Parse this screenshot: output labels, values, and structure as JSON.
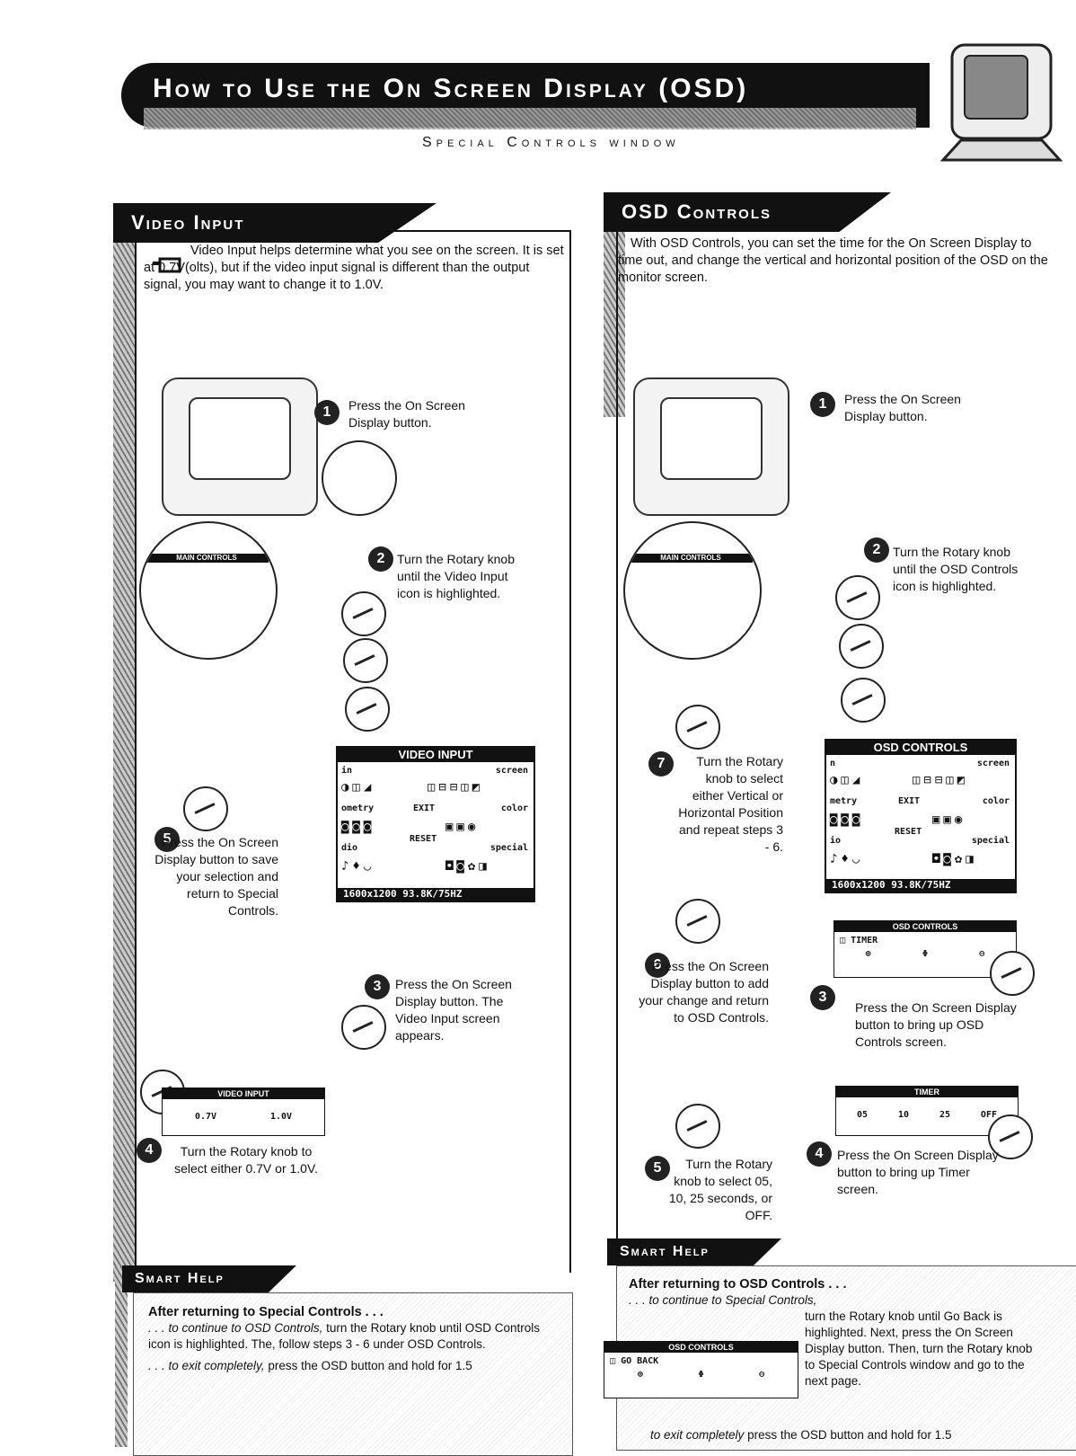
{
  "header": {
    "title": "How to Use the On Screen Display (OSD)",
    "subtitle": "Special Controls window"
  },
  "video_input": {
    "heading": "Video Input",
    "intro": "Video Input helps determine what you see on the screen. It is set at 0.7V(olts), but if the video input signal is different than the output signal, you may want to change it to 1.0V.",
    "step1": "Press the On Screen Display button.",
    "step2": "Turn the Rotary knob until the Video Input icon is highlighted.",
    "step3": "Press the On Screen Display button. The Video Input screen appears.",
    "step4": "Turn the Rotary knob to select either 0.7V or 1.0V.",
    "step5": "Press the On Screen Display button to save your selection and return to Special Controls.",
    "osd_title": "VIDEO INPUT",
    "mini_title": "VIDEO INPUT",
    "mini_opt1": "0.7V",
    "mini_opt2": "1.0V"
  },
  "osd_controls": {
    "heading": "OSD Controls",
    "intro": "With OSD Controls, you can set the time for the On Screen Display to time out, and change the vertical and horizontal position of the OSD on the monitor screen.",
    "step1": "Press the On Screen Display button.",
    "step2": "Turn the Rotary knob until the OSD Controls icon is highlighted.",
    "step3": "Press the On Screen Display button to bring up OSD Controls screen.",
    "step4": "Press the On Screen Display button to bring up Timer screen.",
    "step5": "Turn the Rotary knob to select 05, 10, 25 seconds, or OFF.",
    "step6": "Press the On Screen Display button to add your change and return to OSD Controls.",
    "step7": "Turn the Rotary knob to select either Vertical or Horizontal Position and repeat steps 3 - 6.",
    "osd_title": "OSD CONTROLS",
    "mini_title": "OSD CONTROLS",
    "mini_item": "TIMER",
    "timer_title": "TIMER",
    "timer_opts": [
      "05",
      "10",
      "25",
      "OFF"
    ]
  },
  "main_controls_menu": {
    "title": "MAIN CONTROLS",
    "labels": [
      "main",
      "screen",
      "geometry",
      "color",
      "audio",
      "special"
    ],
    "exit": "EXIT",
    "reset": "RESET",
    "footer": "1600x1200 93.8K/75HZ"
  },
  "smart_help_left": {
    "heading": "Smart Help",
    "subheading": "After returning to Special Controls . . .",
    "p1_lead": ". . . to continue to OSD Controls,",
    "p1_rest": "turn the Rotary knob until OSD Controls icon is highlighted. The, follow steps 3 - 6 under OSD Controls.",
    "p2_lead": ". . . to exit completely,",
    "p2_rest": "press the OSD button and hold for 1.5"
  },
  "smart_help_right": {
    "heading": "Smart Help",
    "subheading": "After returning to OSD Controls . . .",
    "p1_lead": ". . . to continue to Special Controls,",
    "p1_rest": "turn the Rotary knob until Go Back is highlighted. Next, press the On Screen Display button. Then, turn the Rotary knob to Special Controls window and go to the next page.",
    "p2_lead": "to exit completely",
    "p2_rest": "press the OSD button and hold for 1.5",
    "mini_title": "OSD CONTROLS",
    "mini_item": "GO BACK"
  }
}
